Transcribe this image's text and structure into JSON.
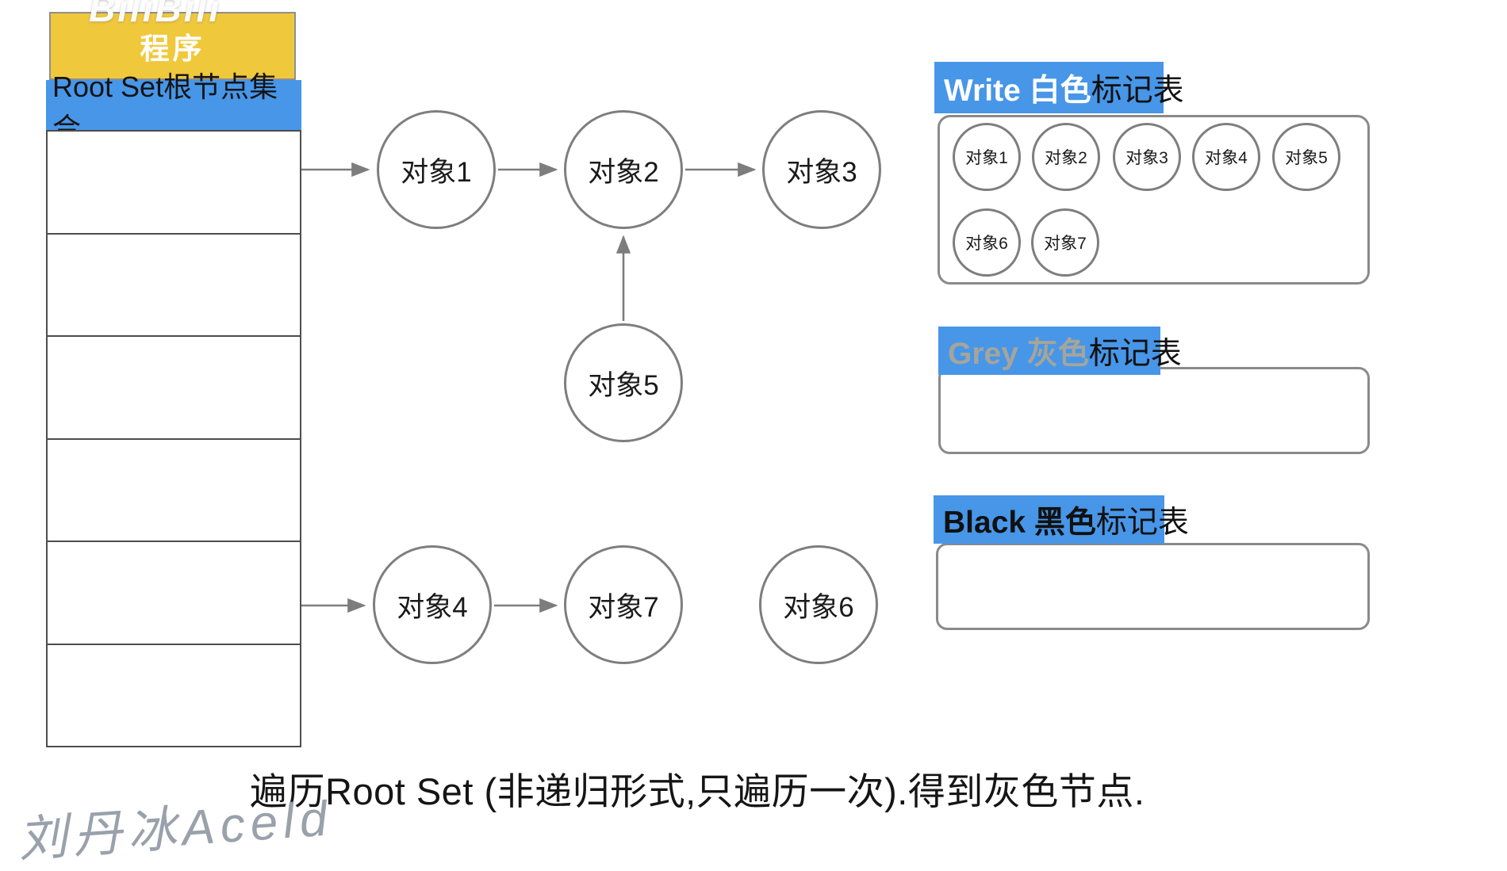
{
  "program_stack": {
    "header_label": "程序",
    "root_set_label": "Root Set根节点集合",
    "empty_rows": 6
  },
  "graph_nodes": {
    "node1": "对象1",
    "node2": "对象2",
    "node3": "对象3",
    "node4": "对象4",
    "node5": "对象5",
    "node6": "对象6",
    "node7": "对象7"
  },
  "marking_tables": {
    "white": {
      "title_highlight": "Write 白色",
      "title_suffix": "标记表",
      "items": [
        "对象1",
        "对象2",
        "对象3",
        "对象4",
        "对象5",
        "对象6",
        "对象7"
      ]
    },
    "grey": {
      "title_highlight": "Grey 灰色",
      "title_suffix": "标记表",
      "items": []
    },
    "black": {
      "title_highlight": "Black 黑色",
      "title_suffix": "标记表",
      "items": []
    }
  },
  "caption": "遍历Root Set (非递归形式,只遍历一次).得到灰色节点.",
  "watermark_top": "BiliBili",
  "watermark_bottom": "刘丹冰Aceld",
  "colors": {
    "highlight_blue": "#4796E8",
    "header_yellow": "#F0C83C",
    "grey_title_text": "#A5A59B",
    "line_grey": "#7D7D7D"
  }
}
